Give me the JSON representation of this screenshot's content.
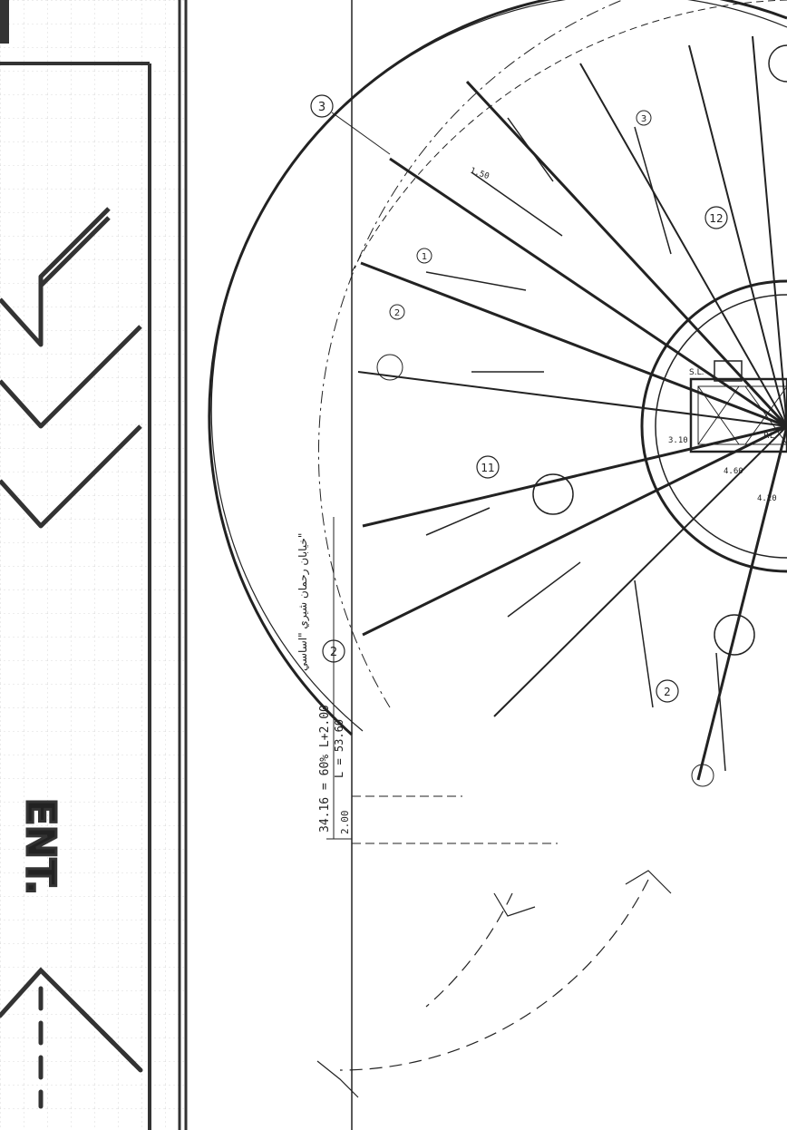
{
  "sidebar": {
    "vertical_label": "ENT.",
    "arrows": [
      "double-chevron-icon",
      "dashed-arrow-up-icon"
    ]
  },
  "plan": {
    "dimension_label": "34.16 = 60% L+2.00",
    "length_label": "L = 53.60",
    "offset_label": "2.00",
    "street_label": "خيابان رحمان شيري \"اساسي\"",
    "dim_310": "3.10",
    "dim_460": "4.60",
    "dim_420": "4.20",
    "lift_label": "P.L.",
    "stair_label": "S.L.",
    "axis_2": "2",
    "axis_3": "3",
    "unit_11": "11",
    "unit_12": "12",
    "unit_2": "2",
    "room_1": "1",
    "room_2": "2",
    "room_3": "3",
    "dim_150": "1.50"
  },
  "colors": {
    "ink": "#222222",
    "grid": "#cfcfcf",
    "paper": "#ffffff"
  }
}
